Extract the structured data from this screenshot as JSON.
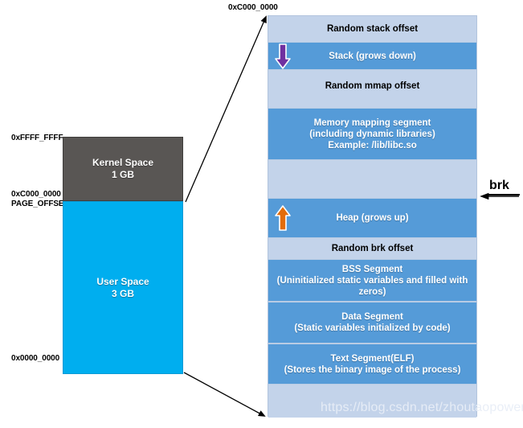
{
  "left_panel": {
    "kernel": {
      "title": "Kernel Space",
      "size": "1 GB"
    },
    "user": {
      "title": "User Space",
      "size": "3 GB"
    },
    "addresses": {
      "top": "0xFFFF_FFFF",
      "split": "0xC000_0000",
      "split_name": "PAGE_OFFSET",
      "bottom": "0x0000_0000"
    }
  },
  "right_panel": {
    "top_address": "0xC000_0000",
    "bands": [
      {
        "id": "random-stack-offset",
        "label": "Random stack offset",
        "style": "light"
      },
      {
        "id": "stack",
        "label": "Stack (grows down)",
        "style": "dark",
        "arrow": "down-arrow-icon",
        "arrow_color": "#7030A0"
      },
      {
        "id": "random-mmap-offset",
        "label": "Random mmap offset",
        "style": "light"
      },
      {
        "id": "mmap-gap-top",
        "label": "",
        "style": "light"
      },
      {
        "id": "memory-mapping-segment",
        "label": "Memory mapping segment",
        "line2": "(including dynamic libraries)",
        "line3": "Example: /lib/libc.so",
        "style": "dark"
      },
      {
        "id": "gap",
        "label": "",
        "style": "light"
      },
      {
        "id": "heap",
        "label": "Heap (grows up)",
        "style": "dark",
        "arrow": "up-arrow-icon",
        "arrow_color": "#E36C09"
      },
      {
        "id": "random-brk-offset",
        "label": "Random brk offset",
        "style": "light"
      },
      {
        "id": "bss-segment",
        "label": "BSS Segment",
        "line2": "(Uninitialized static variables and filled with",
        "line3": "zeros)",
        "style": "dark"
      },
      {
        "id": "data-segment",
        "label": "Data Segment",
        "line2": "(Static variables initialized by code)",
        "style": "dark"
      },
      {
        "id": "text-segment",
        "label": "Text Segment(ELF)",
        "line2": "(Stores the binary image of the process)",
        "style": "dark"
      },
      {
        "id": "bottom-gap",
        "label": "",
        "style": "light"
      }
    ]
  },
  "annotations": {
    "brk": "brk"
  },
  "watermark": "https://blog.csdn.net/zhoutaopower",
  "colors": {
    "kernel_fill": "#595654",
    "user_fill": "#00AEEF",
    "band_dark": "#559bd8",
    "band_light": "#c3d3ea",
    "stack_arrow": "#7030A0",
    "heap_arrow": "#E36C09"
  }
}
